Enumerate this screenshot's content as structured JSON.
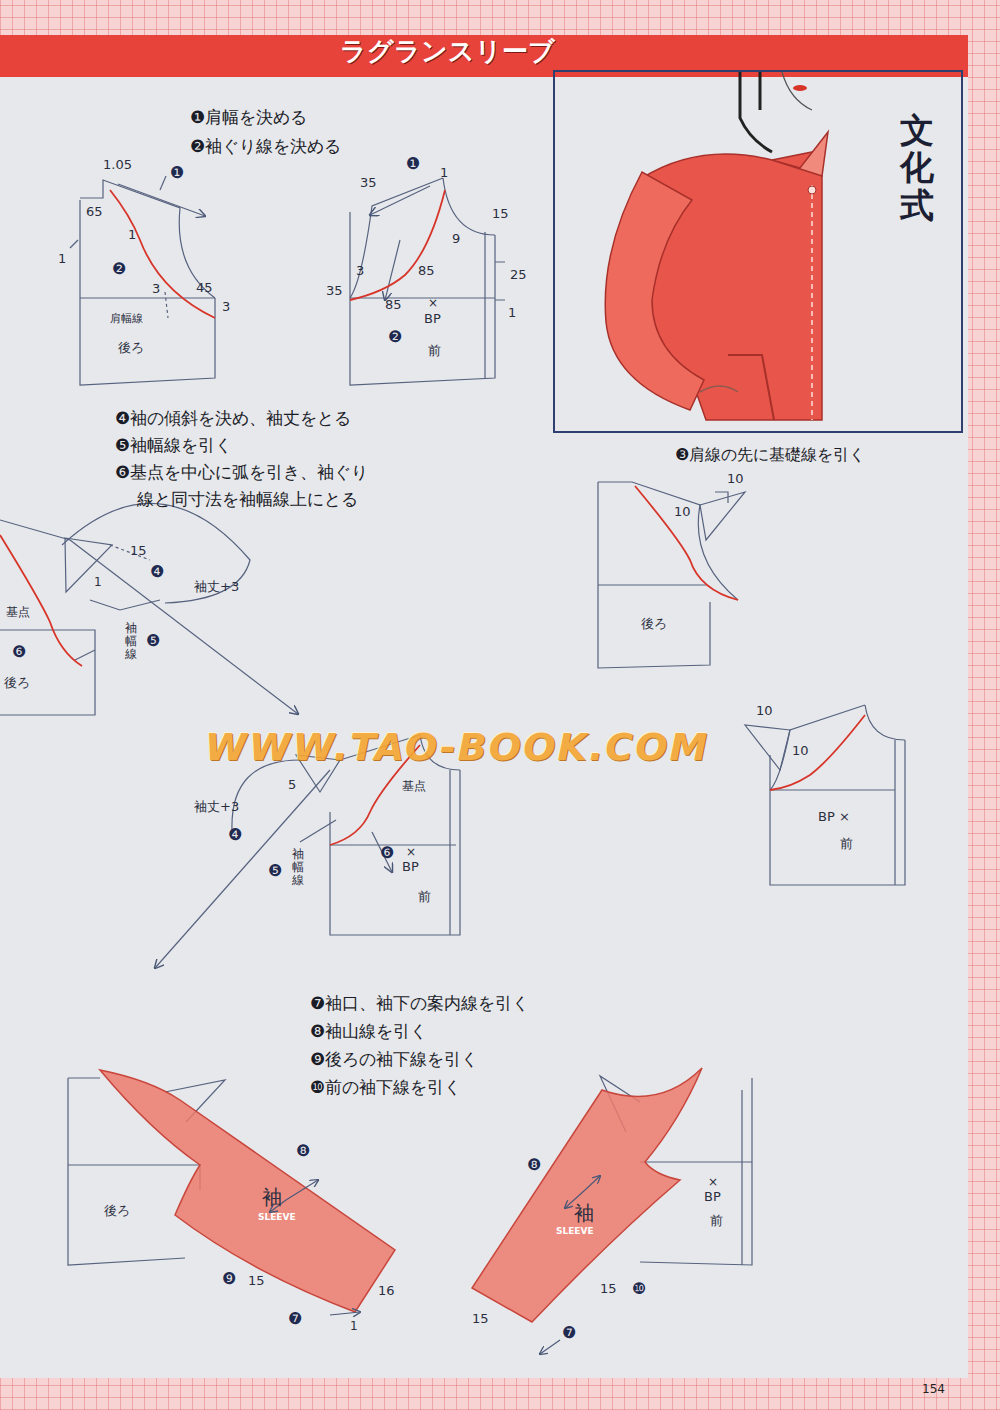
{
  "diagram": {
    "title": "ラグランスリーブ",
    "nodes": [
      {
        "text": [
          "文化式"
        ]
      }
    ],
    "labels": [
      "❶肩幅を決める",
      "❷袖ぐり線を決める",
      "1.05",
      "❶",
      "65",
      "1",
      "1",
      "❷",
      "3",
      "45",
      "3",
      "肩幅線",
      "後ろ",
      "❶",
      "35",
      "1",
      "15",
      "9",
      "3",
      "85",
      "25",
      "35",
      "85",
      "×",
      "BP",
      "1",
      "❷",
      "前",
      "❹袖の傾斜を決め、袖丈をとる",
      "❺袖幅線を引く",
      "❻基点を中心に弧を引き、袖ぐり",
      "線と同寸法を袖幅線上にとる",
      "❸肩線の先に基礎線を引く",
      "15",
      "❹",
      "袖丈+3",
      "1",
      "基点",
      "袖幅線",
      "❺",
      "❻",
      "後ろ",
      "10",
      "10",
      "後ろ",
      "10",
      "10",
      "BP ×",
      "前",
      "5",
      "袖丈+3",
      "基点",
      "WWW.TAO-BOOK.COM",
      "❹",
      "袖幅線",
      "❺",
      "❻",
      "×",
      "BP",
      "前",
      "❼袖口、袖下の案内線を引く",
      "❽袖山線を引く",
      "❾後ろの袖下線を引く",
      "❿前の袖下線を引く",
      "後ろ",
      "❽",
      "袖",
      "SLEEVE",
      "❾",
      "15",
      "❼",
      "16",
      "1",
      "❽",
      "袖",
      "SLEEVE",
      "×",
      "BP",
      "前",
      "15",
      "❿",
      "15",
      "❼",
      "154"
    ]
  }
}
